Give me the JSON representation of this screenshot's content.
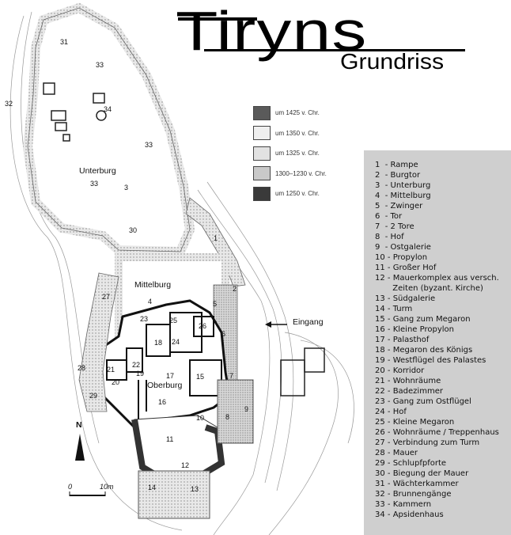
{
  "title": "Tiryns",
  "subtitle": "Grundriss",
  "legend": [
    {
      "label": "um 1425 v. Chr.",
      "color": "#5a5a5a"
    },
    {
      "label": "um 1350 v. Chr.",
      "color": "#efefef"
    },
    {
      "label": "um 1325 v. Chr.",
      "color": "#e2e2e2"
    },
    {
      "label": "1300–1230 v. Chr.",
      "color": "#c9c9c9"
    },
    {
      "label": "um 1250 v. Chr.",
      "color": "#3a3a3a"
    }
  ],
  "key": [
    "1  - Rampe",
    "2  - Burgtor",
    "3  - Unterburg",
    "4  - Mittelburg",
    "5  - Zwinger",
    "6  - Tor",
    "7  - 2 Tore",
    "8  - Hof",
    "9  - Ostgalerie",
    "10 - Propylon",
    "11 - Großer Hof",
    "12 - Mauerkomplex aus versch.",
    "       Zeiten (byzant. Kirche)",
    "13 - Südgalerie",
    "14 - Turm",
    "15 - Gang zum Megaron",
    "16 - Kleine Propylon",
    "17 - Palasthof",
    "18 - Megaron des Königs",
    "19 - Westflügel des Palastes",
    "20 - Korridor",
    "21 - Wohnräume",
    "22 - Badezimmer",
    "23 - Gang zum Ostflügel",
    "24 - Hof",
    "25 - Kleine Megaron",
    "26 - Wohnräume / Treppenhaus",
    "27 - Verbindung zum Turm",
    "28 - Mauer",
    "29 - Schlupfpforte",
    "30 - Biegung der Mauer",
    "31 - Wächterkammer",
    "32 - Brunnengänge",
    "33 - Kammern",
    "34 - Apsidenhaus"
  ],
  "map": {
    "unterburg": "Unterburg",
    "mittelburg": "Mittelburg",
    "oberburg": "Oberburg",
    "eingang": "Eingang",
    "north": "N",
    "scale_zero": "0",
    "scale_end": "10m",
    "numbers": [
      "31",
      "33",
      "32",
      "34",
      "33",
      "33",
      "3",
      "30",
      "1",
      "2",
      "4",
      "5",
      "23",
      "25",
      "26",
      "18",
      "24",
      "6",
      "22",
      "19",
      "21",
      "20",
      "17",
      "15",
      "7",
      "28",
      "29",
      "16",
      "10",
      "8",
      "9",
      "11",
      "12",
      "14",
      "13",
      "27"
    ]
  }
}
